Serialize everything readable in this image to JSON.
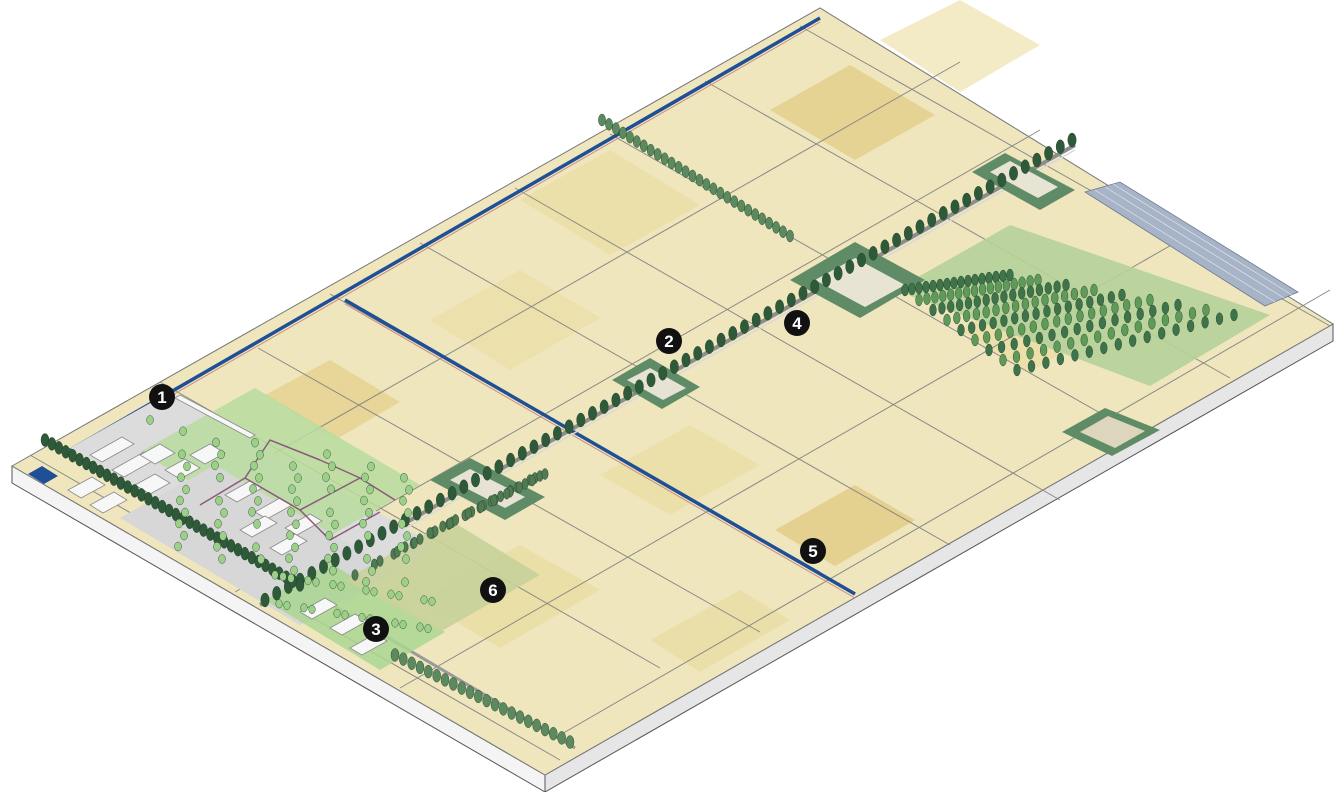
{
  "markers": [
    {
      "id": "marker-1",
      "label": "1"
    },
    {
      "id": "marker-2",
      "label": "2"
    },
    {
      "id": "marker-3",
      "label": "3"
    },
    {
      "id": "marker-4",
      "label": "4"
    },
    {
      "id": "marker-5",
      "label": "5"
    },
    {
      "id": "marker-6",
      "label": "6"
    }
  ],
  "colors": {
    "field_light": "#f1e7bb",
    "field_mid": "#e9dca6",
    "field_dark": "#e2cf8d",
    "water_channel": "#1f4f94",
    "tree_dark": "#2f5a3a",
    "tree_light": "#9ccf88",
    "hedge": "#4c7a56",
    "solar_panel": "#9aa7bb",
    "marker_fill": "#111111",
    "marker_text": "#ffffff"
  }
}
